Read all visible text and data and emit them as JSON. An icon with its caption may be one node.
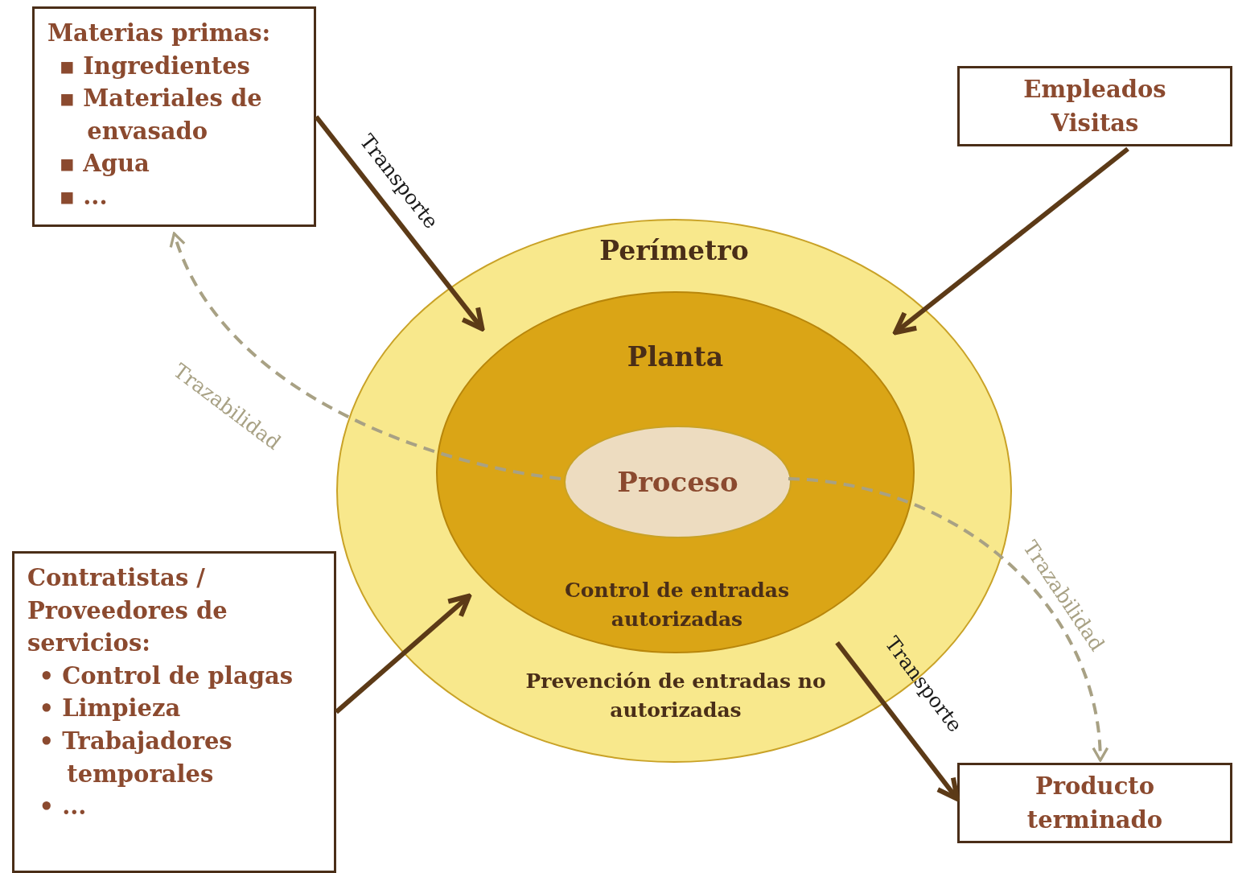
{
  "diagram": {
    "nodes": [
      {
        "text": [
          "Materias primas:",
          "▪ Ingredientes",
          "▪ Materiales de envasado",
          "▪ Agua",
          "▪ ..."
        ]
      },
      {
        "text": [
          "Empleados",
          "Visitas"
        ]
      },
      {
        "text": [
          "Perímetro",
          "Prevención de entradas no autorizadas"
        ]
      },
      {
        "text": [
          "Planta",
          "Control de entradas autorizadas"
        ],
        "in": 2
      },
      {
        "text": [
          "Proceso"
        ],
        "in": 3
      },
      {
        "text": [
          "Contratistas / Proveedores de servicios:",
          "• Control de plagas",
          "• Limpieza",
          "• Trabajadores temporales",
          "• ..."
        ]
      },
      {
        "text": [
          "Producto terminado"
        ]
      }
    ],
    "edges": [
      {
        "from": 0,
        "to": 3,
        "arrow": "to",
        "label": "Transporte"
      },
      {
        "from": 1,
        "to": 3,
        "arrow": "to"
      },
      {
        "from": 5,
        "to": 3,
        "arrow": "to"
      },
      {
        "from": 3,
        "to": 6,
        "arrow": "to",
        "label": "Transporte"
      },
      {
        "from": 4,
        "to": 0,
        "arrow": "to",
        "label": "Trazabilidad",
        "style": "dashed",
        "color": "#a8a184"
      },
      {
        "from": 4,
        "to": 6,
        "arrow": "to",
        "label": "Trazabilidad",
        "style": "dashed",
        "color": "#a8a184"
      }
    ]
  }
}
